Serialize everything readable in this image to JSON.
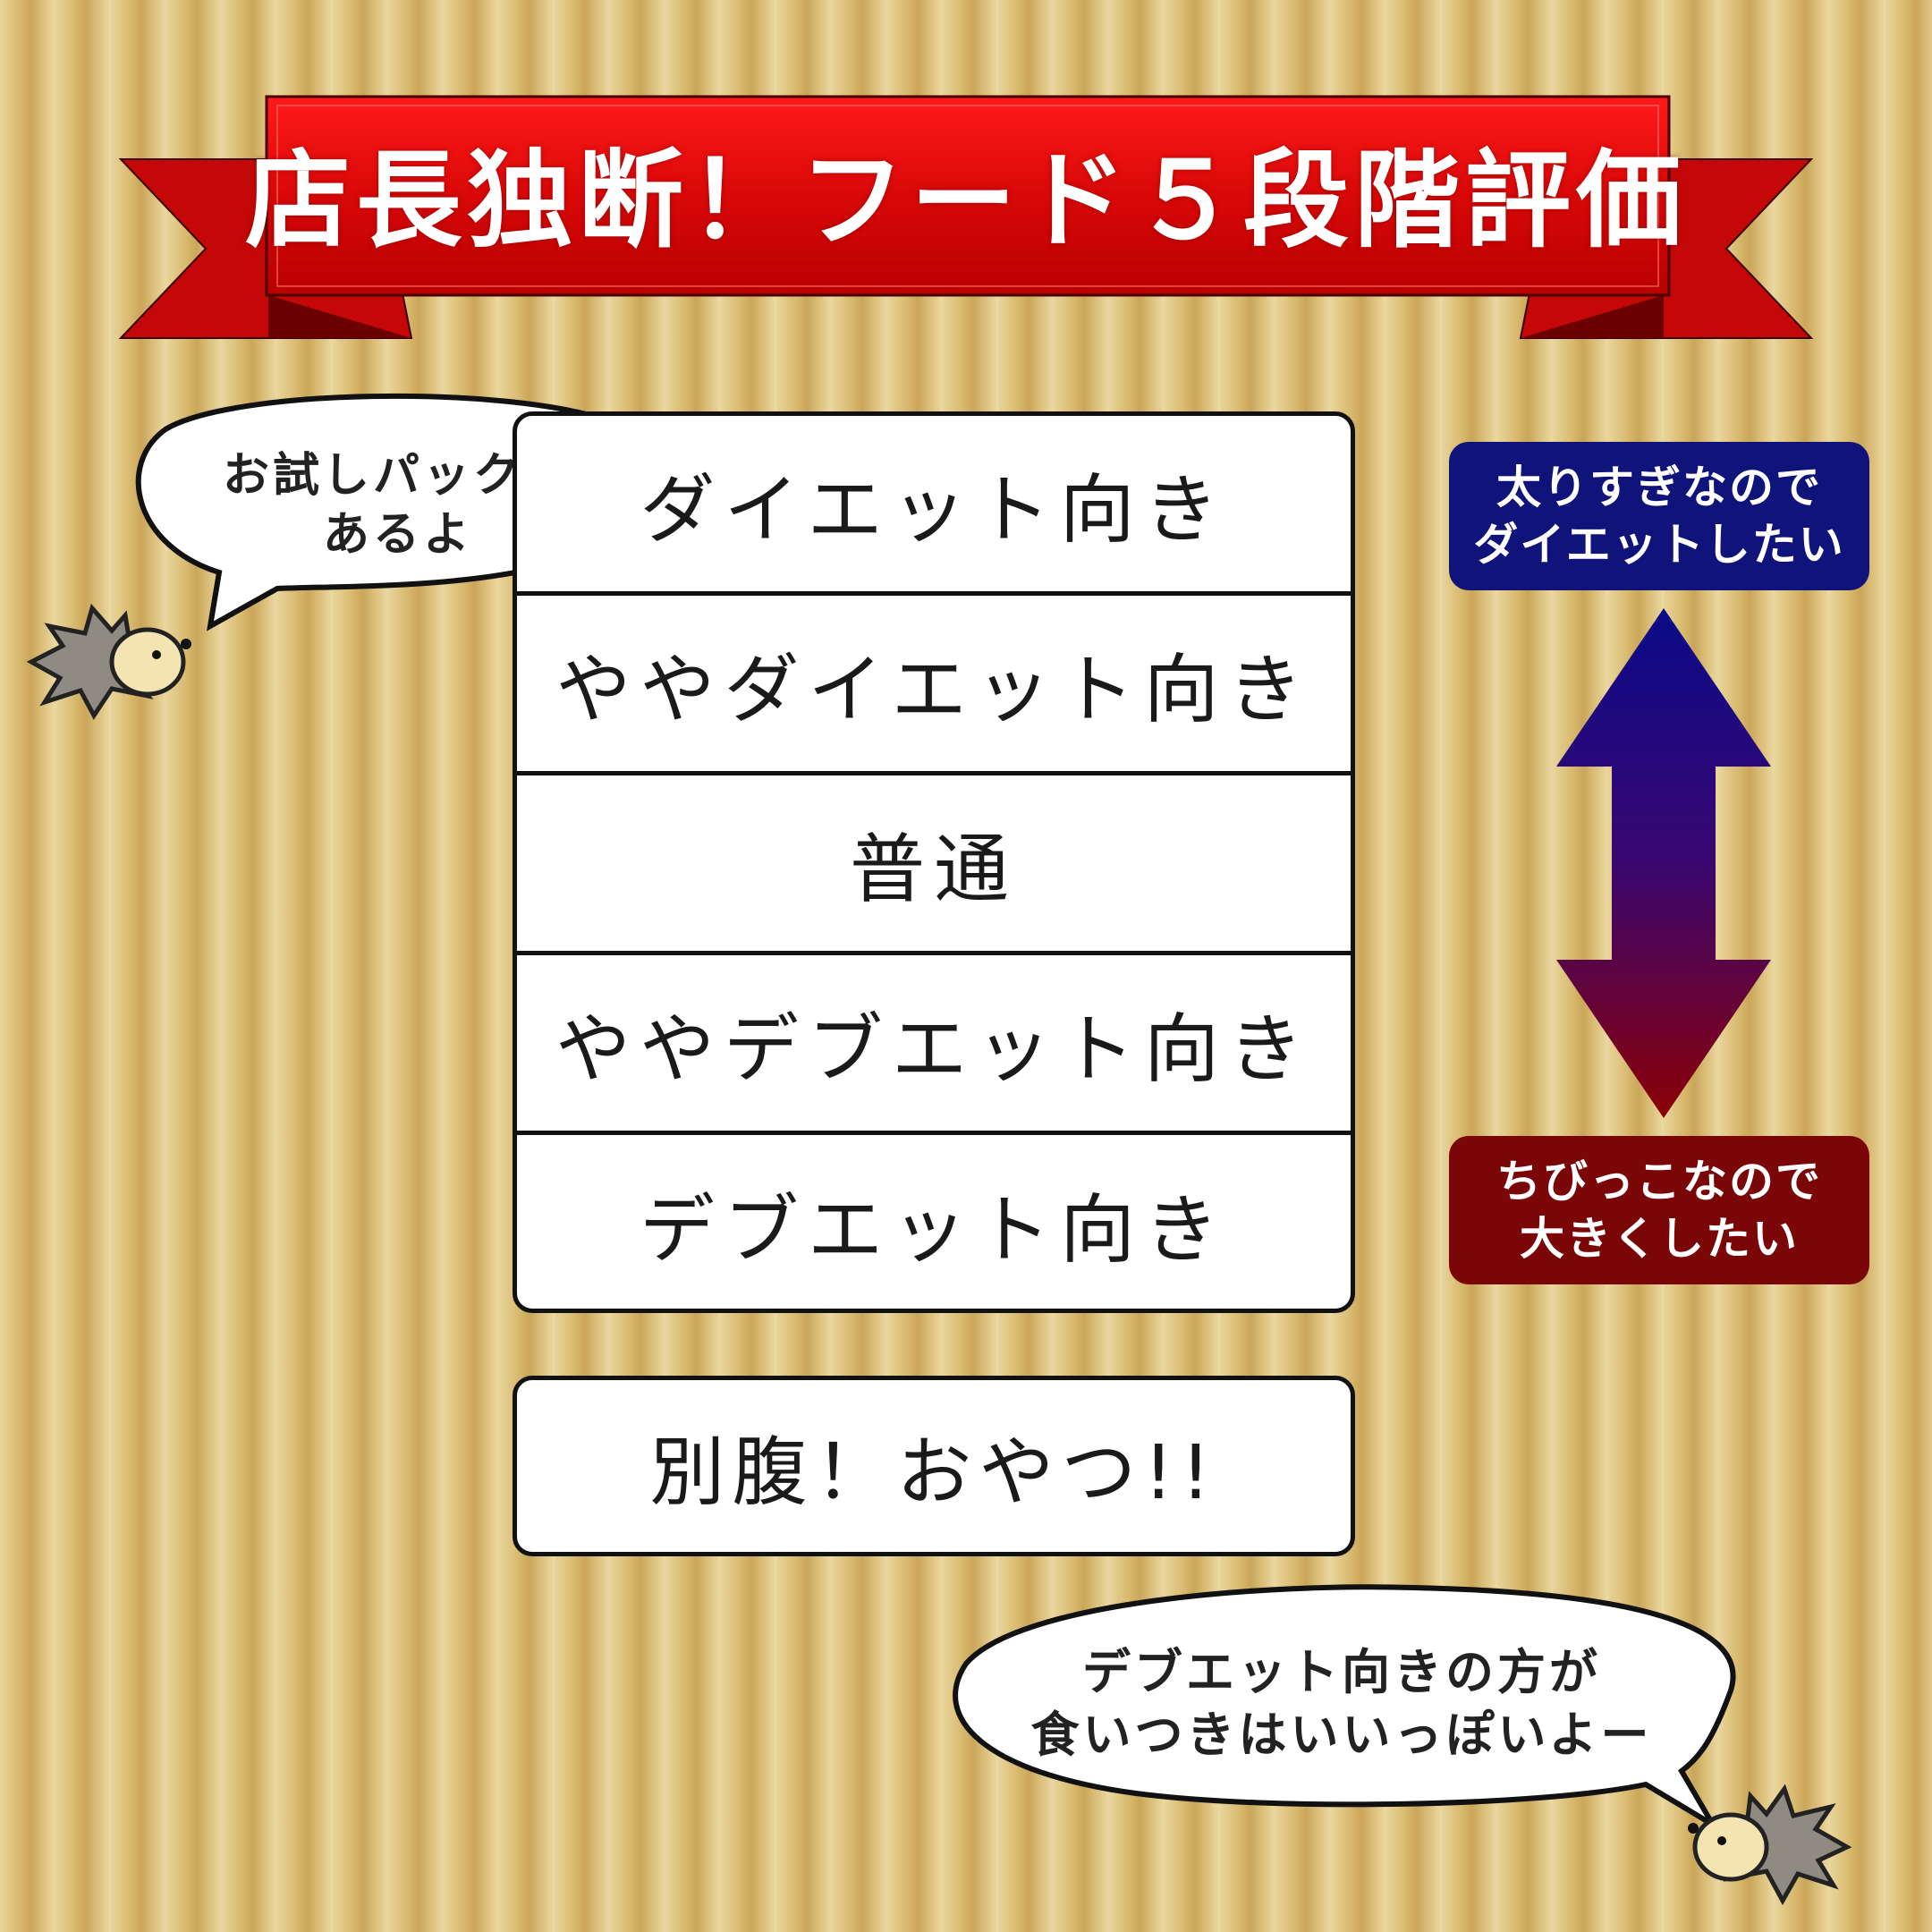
{
  "banner": {
    "title": "店長独断！フード５段階評価",
    "color": "#d40b10"
  },
  "scale": {
    "levels": [
      "ダイエット向き",
      "ややダイエット向き",
      "普通",
      "ややデブエット向き",
      "デブエット向き"
    ],
    "bonus": "別腹！おやつ!!"
  },
  "legend": {
    "top_line1": "太りすぎなので",
    "top_line2": "ダイエットしたい",
    "bottom_line1": "ちびっこなので",
    "bottom_line2": "大きくしたい",
    "top_color": "#10137a",
    "bottom_color": "#7a0608"
  },
  "bubbles": {
    "top_line1": "お試しパックも",
    "top_line2": "あるよ",
    "bottom_line1": "デブエット向きの方が",
    "bottom_line2": "食いつきはいいっぽいよー"
  }
}
